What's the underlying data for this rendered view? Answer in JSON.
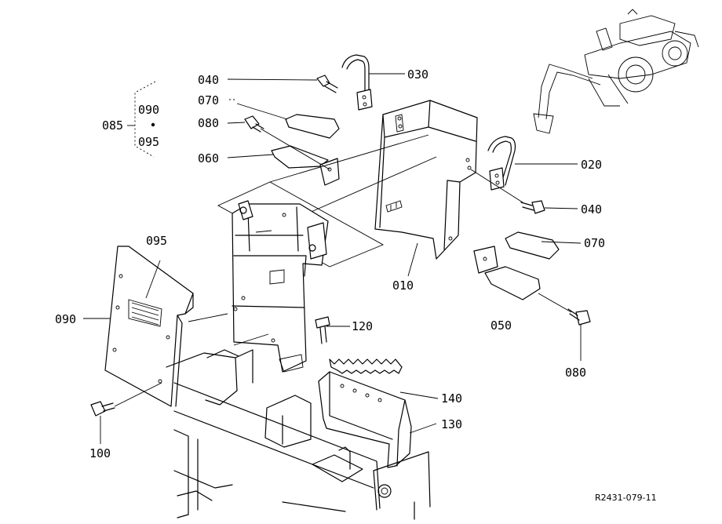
{
  "diagram_code": "R2431-079-11",
  "callouts": {
    "c010": "010",
    "c020": "020",
    "c030": "030",
    "c040a": "040",
    "c040b": "040",
    "c050": "050",
    "c060": "060",
    "c070a": "070",
    "c070b": "070",
    "c080a": "080",
    "c080b": "080",
    "c085": "085",
    "c090a": "090",
    "c090b": "090",
    "c095a": "095",
    "c095b": "095",
    "c100": "100",
    "c120": "120",
    "c130": "130",
    "c140": "140"
  }
}
